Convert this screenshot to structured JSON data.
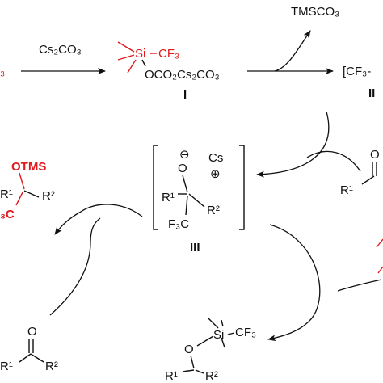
{
  "labels": {
    "reagent_top": "Cs₂CO₃",
    "byproduct": "TMSCO₃",
    "left_cut_cf3": "₃",
    "int1_si": "Si",
    "int1_cf3": "CF₃",
    "int1_oco": "OCO₂Cs₂CO₃",
    "int1_num": "I",
    "int2_text": "[CF₃-",
    "int2_num": "II",
    "int3_o": "O",
    "int3_minus": "⊖",
    "int3_cs": "Cs",
    "int3_plus": "⊕",
    "int3_r1": "R¹",
    "int3_r2": "R²",
    "int3_f3c": "F₃C",
    "int3_num": "III",
    "prod_otms": "OTMS",
    "prod_r1": "R¹",
    "prod_r2": "R²",
    "prod_f3c": "₃C",
    "ketone_o": "O",
    "ketone_r1": "R¹",
    "ketone_r2": "R²",
    "right_ketone_o": "O",
    "right_ketone_r1": "R¹",
    "int4_o": "O",
    "int4_si": "Si",
    "int4_cf3": "CF₃",
    "int4_r1": "R¹",
    "int4_r2": "R²"
  },
  "colors": {
    "ink": "#111111",
    "highlight": "#e0191c",
    "background": "#ffffff"
  }
}
